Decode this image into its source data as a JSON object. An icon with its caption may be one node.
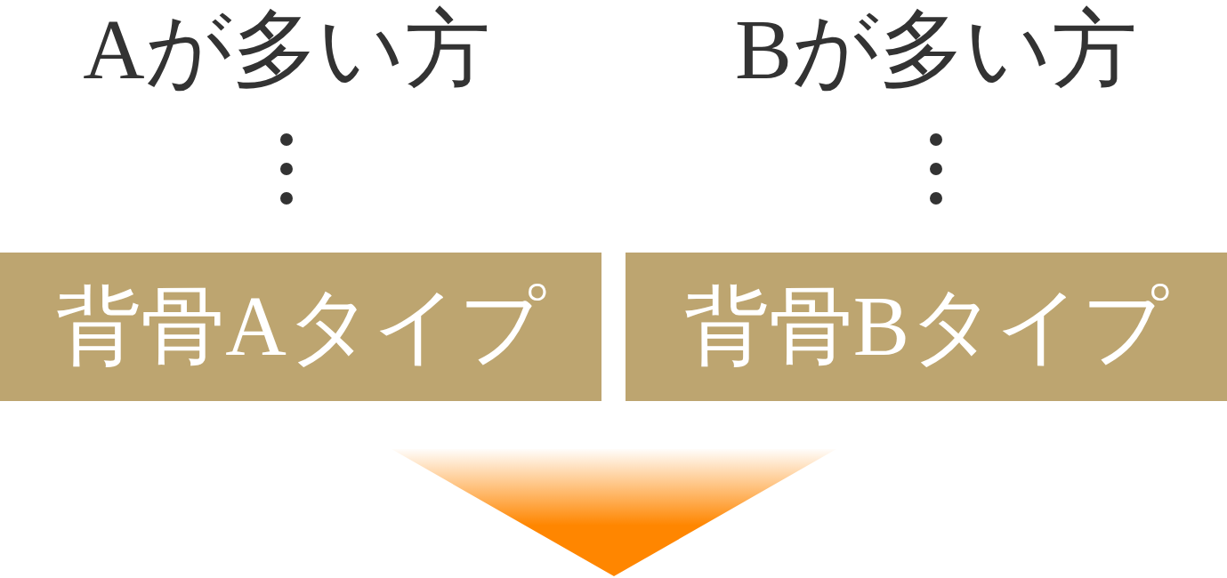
{
  "diagram": {
    "nodes": [
      {
        "text": [
          "Aが多い方"
        ]
      },
      {
        "text": [
          "Bが多い方"
        ]
      },
      {
        "text": [
          "背骨Aタイプ"
        ]
      },
      {
        "text": [
          "背骨Bタイプ"
        ]
      }
    ],
    "edges": [
      {
        "from": 0,
        "to": 2,
        "arrow": "none",
        "style": "dashed"
      },
      {
        "from": 1,
        "to": 3,
        "arrow": "none",
        "style": "dashed"
      }
    ]
  }
}
